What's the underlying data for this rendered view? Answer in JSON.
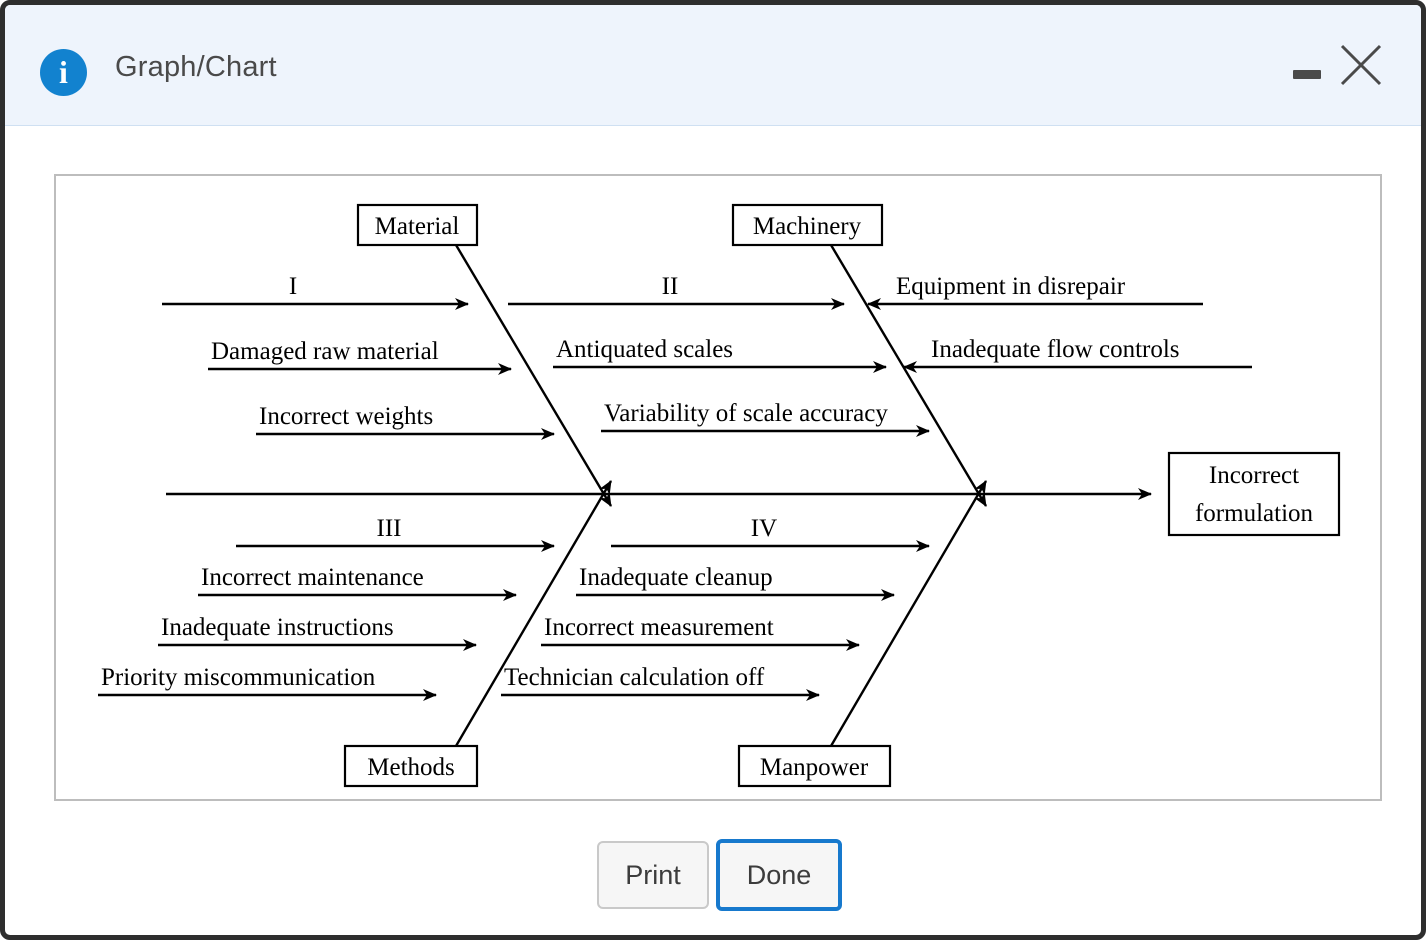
{
  "window": {
    "title": "Graph/Chart",
    "info_icon": "info-icon",
    "minimize_label": "minimize",
    "close_label": "close"
  },
  "footer": {
    "print_label": "Print",
    "done_label": "Done"
  },
  "colors": {
    "accent_blue": "#1779cd",
    "info_icon_blue": "#1282cf",
    "header_bg": "#eef4fc",
    "frame": "#2e2e2e",
    "panel_border": "#bdbdbd",
    "diagram_stroke": "#000000"
  },
  "chart_data": {
    "type": "diagram",
    "diagram_type": "fishbone",
    "title": "Graph/Chart",
    "effect": "Incorrect formulation",
    "categories": [
      {
        "name": "Material",
        "position": "top-left",
        "causes": [
          "I",
          "Damaged raw material",
          "Incorrect weights"
        ]
      },
      {
        "name": "Machinery",
        "position": "top-right",
        "causes": [
          "II",
          "Antiquated scales",
          "Variability of scale accuracy"
        ],
        "right_causes": [
          "Equipment in disrepair",
          "Inadequate flow controls"
        ]
      },
      {
        "name": "Methods",
        "position": "bottom-left",
        "causes": [
          "III",
          "Incorrect maintenance",
          "Inadequate instructions",
          "Priority miscommunication"
        ]
      },
      {
        "name": "Manpower",
        "position": "bottom-right",
        "causes": [
          "IV",
          "Inadequate cleanup",
          "Incorrect measurement",
          "Technician calculation off"
        ]
      }
    ],
    "labels": {
      "material_box": "Material",
      "machinery_box": "Machinery",
      "methods_box": "Methods",
      "manpower_box": "Manpower",
      "effect_line1": "Incorrect",
      "effect_line2": "formulation",
      "tl_1": "I",
      "tl_2": "Damaged raw material",
      "tl_3": "Incorrect weights",
      "tm_1": "II",
      "tm_2": "Antiquated scales",
      "tm_3": "Variability of scale accuracy",
      "tr_1": "Equipment in disrepair",
      "tr_2": "Inadequate flow controls",
      "bl_1": "III",
      "bl_2": "Incorrect maintenance",
      "bl_3": "Inadequate instructions",
      "bl_4": "Priority miscommunication",
      "bm_1": "IV",
      "bm_2": "Inadequate cleanup",
      "bm_3": "Incorrect measurement",
      "bm_4": "Technician calculation off"
    }
  }
}
